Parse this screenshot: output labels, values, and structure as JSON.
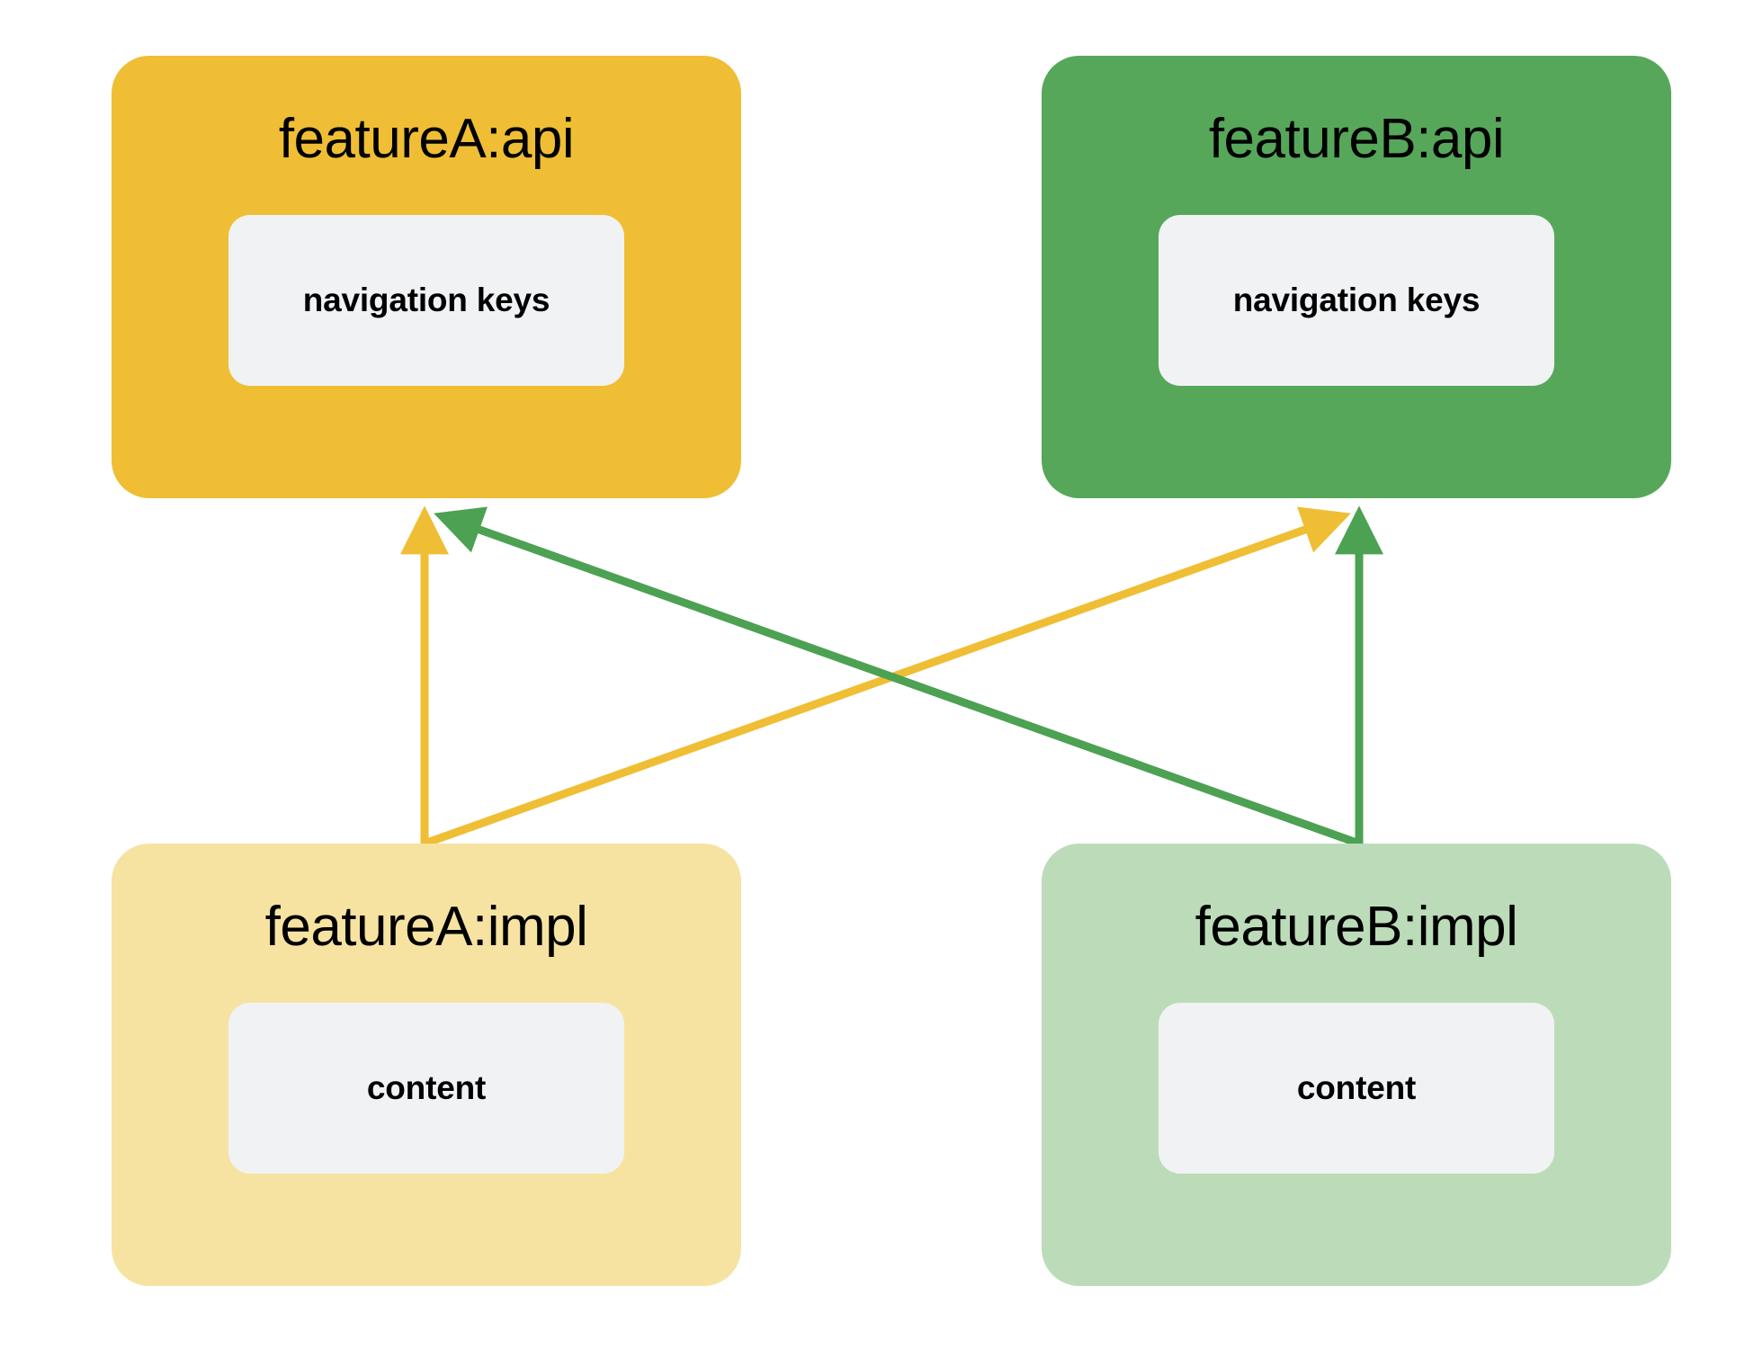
{
  "diagram": {
    "type": "module-dependency-graph",
    "background_color": "#FFFFFF",
    "nodes": [
      {
        "id": "featureA-api",
        "title": "featureA:api",
        "inner_label": "navigation keys",
        "fill": "#EFBE34",
        "inner_fill": "#F1F2F4",
        "row": "top",
        "column": "left"
      },
      {
        "id": "featureB-api",
        "title": "featureB:api",
        "inner_label": "navigation keys",
        "fill": "#57A75A",
        "inner_fill": "#F1F2F4",
        "row": "top",
        "column": "right"
      },
      {
        "id": "featureA-impl",
        "title": "featureA:impl",
        "inner_label": "content",
        "fill": "#F7E3A1",
        "inner_fill": "#F1F2F4",
        "row": "bottom",
        "column": "left"
      },
      {
        "id": "featureB-impl",
        "title": "featureB:impl",
        "inner_label": "content",
        "fill": "#BCDCB9",
        "inner_fill": "#F1F2F4",
        "row": "bottom",
        "column": "right"
      }
    ],
    "edges": [
      {
        "id": "edge-a-impl-to-a-api",
        "from": "featureA-impl",
        "to": "featureA-api",
        "color": "#EFBE34",
        "shape": "vertical"
      },
      {
        "id": "edge-a-impl-to-b-api",
        "from": "featureA-impl",
        "to": "featureB-api",
        "color": "#EFBE34",
        "shape": "diagonal"
      },
      {
        "id": "edge-b-impl-to-b-api",
        "from": "featureB-impl",
        "to": "featureB-api",
        "color": "#4CA css",
        "shape": "vertical"
      },
      {
        "id": "edge-b-impl-to-a-api",
        "from": "featureB-impl",
        "to": "featureA-api",
        "color": "#4CA152",
        "shape": "diagonal"
      }
    ],
    "colors": {
      "accent_yellow": "#EFBE34",
      "accent_green": "#57A75A",
      "arrow_green": "#4CA152",
      "light_yellow": "#F7E3A1",
      "light_green": "#BCDCB9",
      "inner_gray": "#F1F2F4",
      "text": "#000000"
    }
  }
}
